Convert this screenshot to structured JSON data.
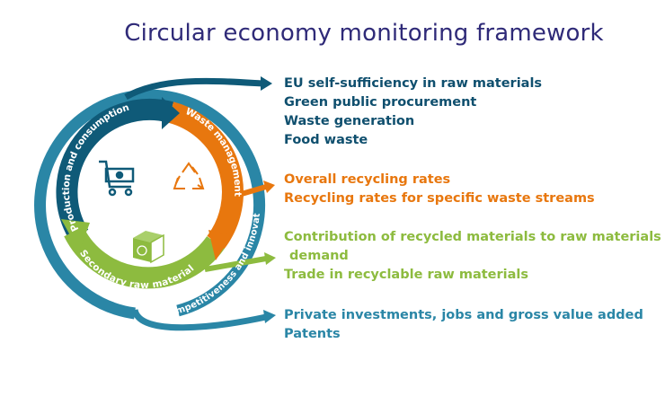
{
  "title": "Circular economy monitoring framework",
  "cycle": {
    "production": "Production and consumption",
    "waste": "Waste management",
    "secondary": "Secondary raw materials",
    "competitiveness": "Competitiveness and innovation"
  },
  "icons": [
    "shopping-cart-icon",
    "recycle-icon",
    "box-icon"
  ],
  "colors": {
    "title": "#2f2a78",
    "production": "#0f5a78",
    "waste": "#e8770e",
    "secondary": "#8dbb3f",
    "competitiveness": "#2a86a6"
  },
  "groups": {
    "production": [
      "EU self-sufficiency in raw materials",
      "Green public procurement",
      "Waste generation",
      "Food waste"
    ],
    "waste": [
      "Overall recycling rates",
      "Recycling rates for specific waste streams"
    ],
    "secondary": [
      "Contribution of recycled materials to raw materials",
      "demand",
      "Trade in recyclable raw materials"
    ],
    "competitiveness": [
      "Private investments, jobs and gross value added",
      "Patents"
    ]
  }
}
